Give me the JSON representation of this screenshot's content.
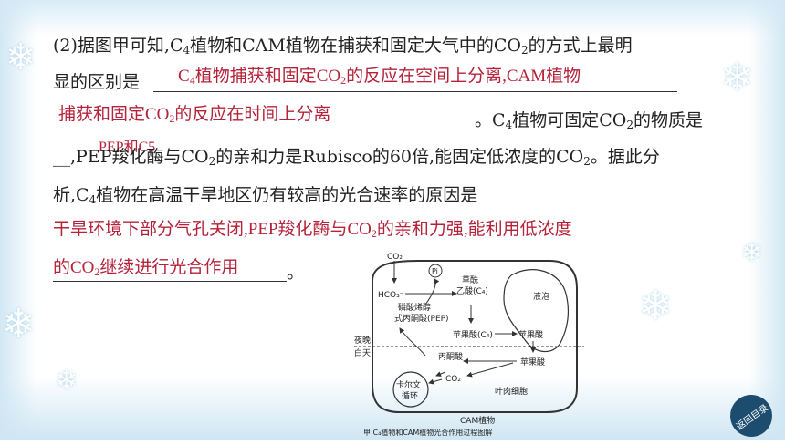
{
  "text": {
    "l1_a": "(2)据图甲可知,C",
    "l1_b": "植物和CAM植物在捕获和固定大气中的CO",
    "l1_c": "的方式上最明",
    "l2": "显的区别是",
    "l3_dot": "。C",
    "l3_b": "植物可固定CO",
    "l3_c": "的物质是",
    "l4_a": "__,PEP羧化酶与CO",
    "l4_b": "的亲和力是Rubisco的60倍,能固定低浓度的CO",
    "l4_c": "。据此分",
    "l5_a": "析,C",
    "l5_b": "植物在高温干旱地区仍有较高的光合速率的原因是",
    "end_dot": "。",
    "sub4": "4",
    "sub2": "2"
  },
  "answers": {
    "a1_a": "C",
    "a1_b": "植物捕获和固定CO",
    "a1_c": "的反应在空间上分离,CAM植物",
    "a2_a": "捕获和固定CO",
    "a2_b": "的反应在时间上分离",
    "a3": "PEP和C5",
    "a4_a": "干旱环境下部分气孔关闭,PEP羧化酶与CO",
    "a4_b": "的亲和力强,能利用低浓度",
    "a5_a": "的CO",
    "a5_b": "继续进行光合作用"
  },
  "figure": {
    "co2_top": "CO₂",
    "pi": "Pi",
    "hco3": "HCO₃⁻",
    "oaa": "草酰",
    "oaa2": "乙酸(C₄)",
    "pep1": "磷酸烯醇",
    "pep2": "式丙酮酸(PEP)",
    "vacuole": "液泡",
    "malate_c4": "苹果酸(C₄)",
    "malate1": "苹果酸",
    "night": "夜晚",
    "day": "白天",
    "pyruvate": "丙酮酸",
    "malate2": "苹果酸",
    "co2_mid": "CO₂",
    "calvin1": "卡尔文",
    "calvin2": "循环",
    "mesophyll": "叶肉细胞",
    "cam": "CAM植物",
    "caption": "甲   C₄植物和CAM植物光合作用过程图解"
  },
  "nav": {
    "back_label": "返回目录"
  },
  "colors": {
    "answer": "#b5233a",
    "button": "#1c4c6e"
  }
}
